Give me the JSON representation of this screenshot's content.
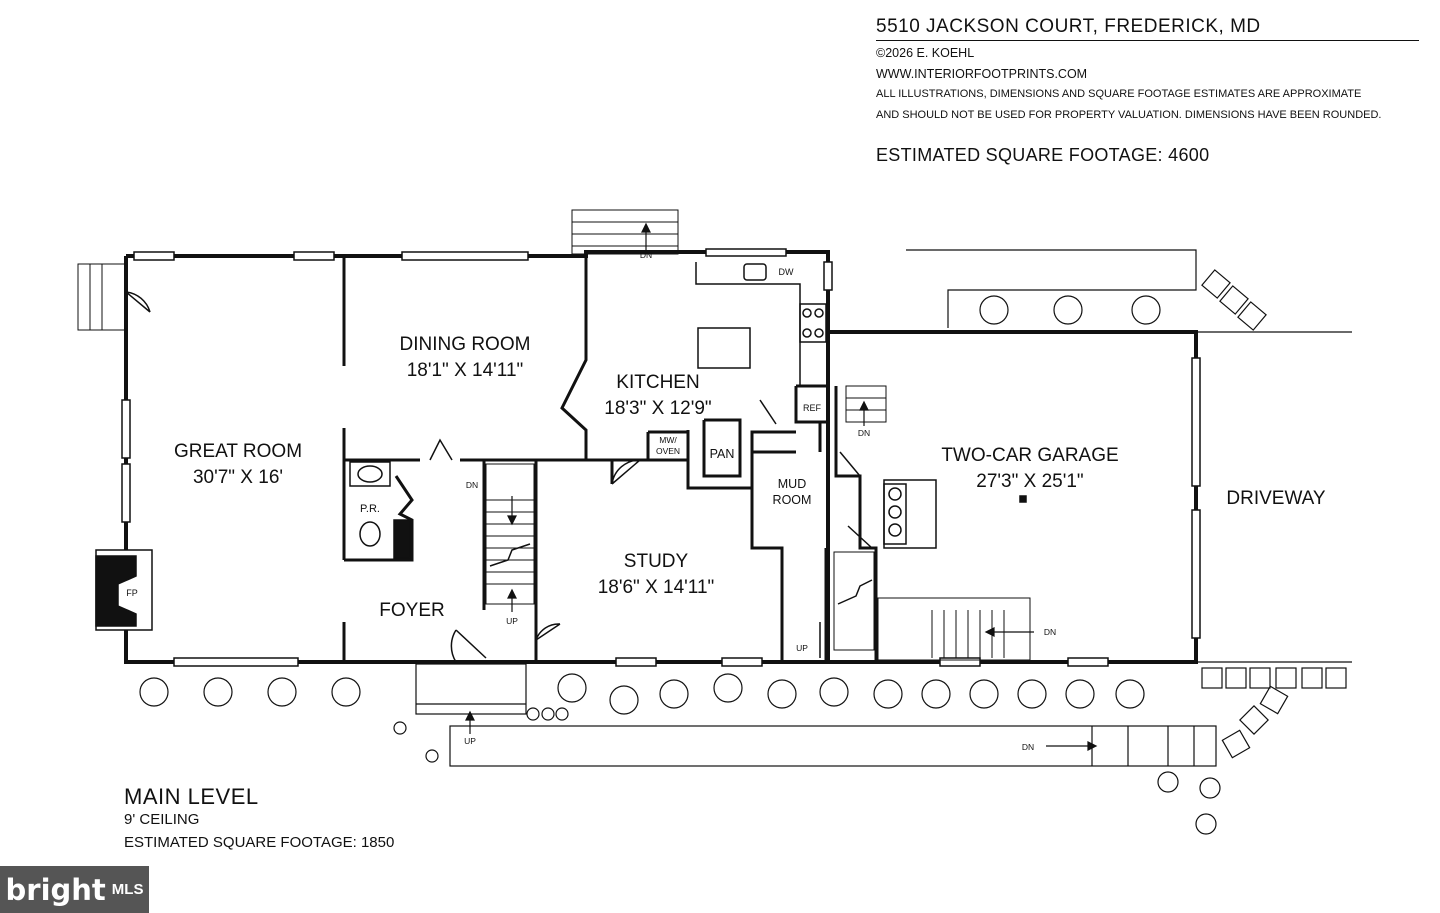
{
  "header": {
    "address": "5510 JACKSON COURT, FREDERICK, MD",
    "copyright": "©2026 E. KOEHL",
    "website": "WWW.INTERIORFOOTPRINTS.COM",
    "disclaimer_line1": "ALL ILLUSTRATIONS, DIMENSIONS AND SQUARE FOOTAGE ESTIMATES ARE APPROXIMATE",
    "disclaimer_line2": "AND  SHOULD NOT BE USED FOR PROPERTY VALUATION. DIMENSIONS HAVE BEEN ROUNDED.",
    "total_sqft": "ESTIMATED SQUARE FOOTAGE: 4600"
  },
  "rooms": {
    "great_room": {
      "name": "GREAT ROOM",
      "dims": "30'7\" X 16'"
    },
    "dining_room": {
      "name": "DINING ROOM",
      "dims": "18'1\" X 14'11\""
    },
    "kitchen": {
      "name": "KITCHEN",
      "dims": "18'3\" X 12'9\""
    },
    "study": {
      "name": "STUDY",
      "dims": "18'6\" X 14'11\""
    },
    "garage": {
      "name": "TWO-CAR GARAGE",
      "dims": "27'3\" X 25'1\""
    },
    "foyer": {
      "name": "FOYER"
    },
    "mud_room": {
      "name_line1": "MUD",
      "name_line2": "ROOM"
    },
    "powder_room": {
      "name": "P.R."
    },
    "pantry": {
      "name": "PAN"
    },
    "driveway": {
      "name": "DRIVEWAY"
    }
  },
  "fixtures": {
    "fireplace": "FP",
    "dishwasher": "DW",
    "refrigerator": "REF",
    "microwave_line1": "MW/",
    "microwave_line2": "OVEN"
  },
  "stairs": {
    "up": "UP",
    "down": "DN"
  },
  "footer": {
    "level": "MAIN LEVEL",
    "ceiling": "9' CEILING",
    "level_sqft": "ESTIMATED SQUARE FOOTAGE: 1850"
  },
  "watermark": {
    "brand": "bright",
    "tag": "MLS"
  }
}
